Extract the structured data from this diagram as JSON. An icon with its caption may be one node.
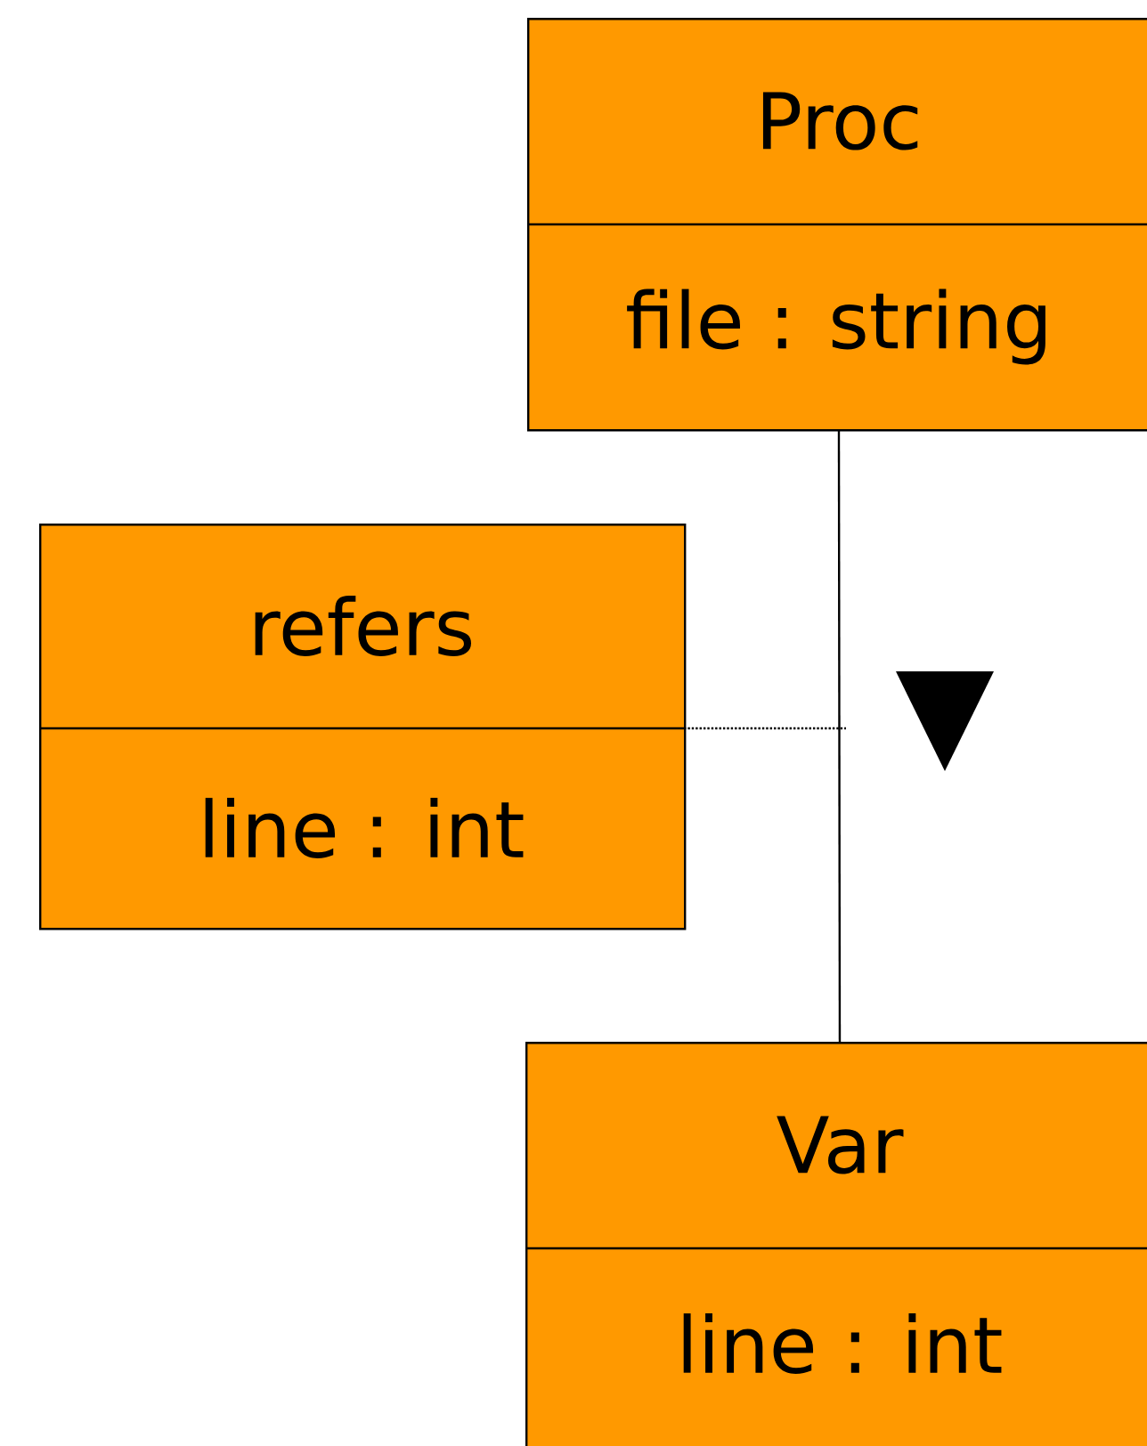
{
  "diagram": {
    "nodes": [
      {
        "text": [
          "Proc",
          "file : string"
        ]
      },
      {
        "text": [
          "refers",
          "line : int"
        ]
      },
      {
        "text": [
          "Var",
          "line : int"
        ]
      }
    ],
    "edges": [
      {
        "from": 0,
        "to": 2,
        "arrow": "none"
      },
      {
        "from": 1,
        "to": null,
        "arrow": "none",
        "style": "dashed"
      }
    ]
  }
}
